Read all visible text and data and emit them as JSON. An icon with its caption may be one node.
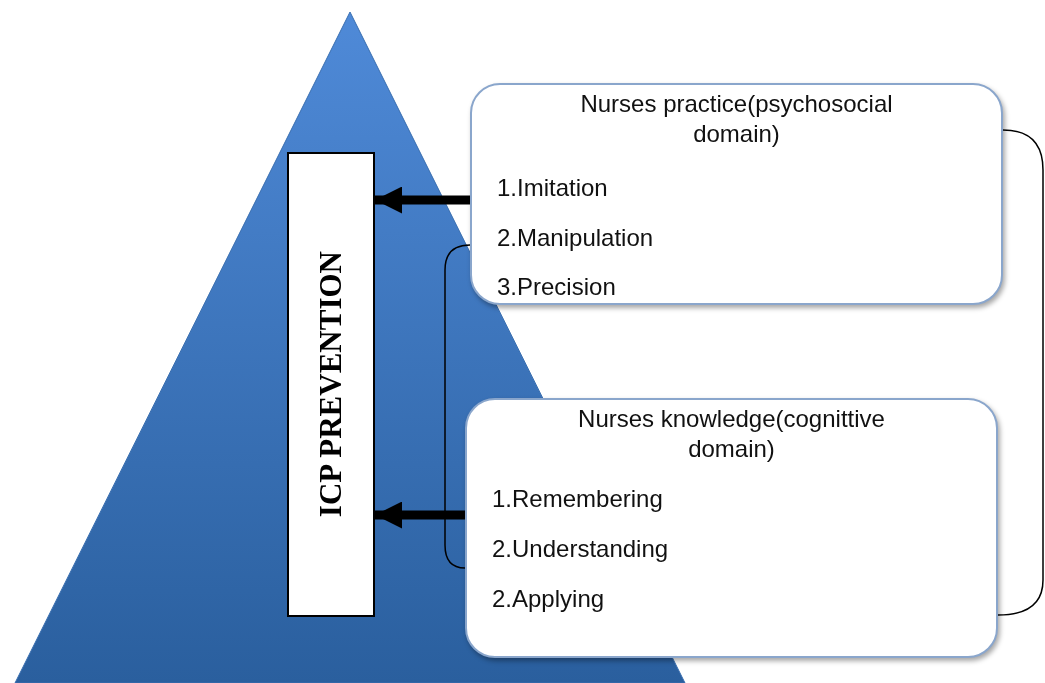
{
  "diagram": {
    "nodes": [
      {
        "text": [
          "ICP PREVENTION"
        ]
      },
      {
        "text": [
          "Nurses practice(psychosocial domain)",
          "1.Imitation",
          "2.Manipulation",
          "3.Precision"
        ]
      },
      {
        "text": [
          "Nurses knowledge(cognittive domain)",
          "1.Remembering",
          "2.Understanding",
          "2.Applying"
        ]
      }
    ],
    "edges": [
      {
        "from": 1,
        "to": 0,
        "arrow": "to",
        "style": "thick"
      },
      {
        "from": 2,
        "to": 0,
        "arrow": "to",
        "style": "thick"
      },
      {
        "from": 1,
        "to": 2,
        "arrow": "none"
      },
      {
        "from": 1,
        "to": 2,
        "arrow": "none"
      }
    ]
  }
}
